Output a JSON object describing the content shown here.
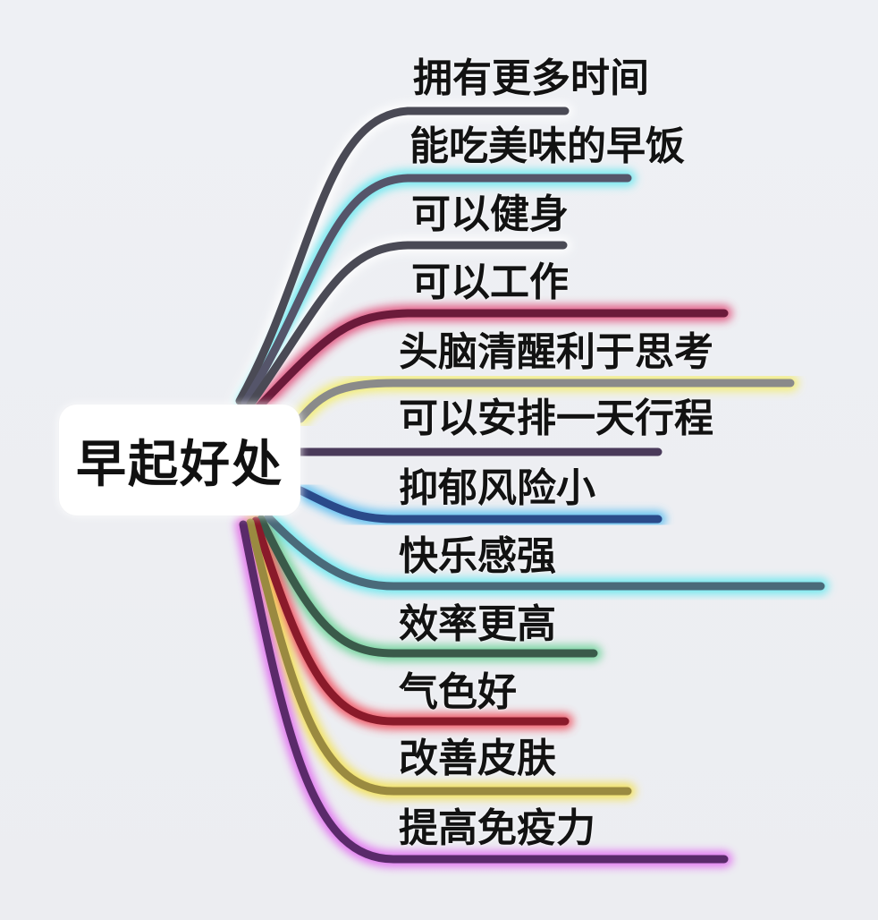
{
  "root": {
    "label": "早起好处"
  },
  "branches": [
    {
      "label": "拥有更多时间",
      "color": "#4a4a55",
      "glow": "#ffffff"
    },
    {
      "label": "能吃美味的早饭",
      "color": "#55556a",
      "glow": "#5ce8f0"
    },
    {
      "label": "可以健身",
      "color": "#4a4a55",
      "glow": "#ffffff"
    },
    {
      "label": "可以工作",
      "color": "#6b1a3a",
      "glow": "#e04070"
    },
    {
      "label": "头脑清醒利于思考",
      "color": "#8a8a8a",
      "glow": "#f5ee60"
    },
    {
      "label": "可以安排一天行程",
      "color": "#4a3a5a",
      "glow": "#e070e0"
    },
    {
      "label": "抑郁风险小",
      "color": "#2a4a8a",
      "glow": "#4ab8f0"
    },
    {
      "label": "快乐感强",
      "color": "#4a6a7a",
      "glow": "#5ce8f0"
    },
    {
      "label": "效率更高",
      "color": "#3a5a4a",
      "glow": "#60d090"
    },
    {
      "label": "气色好",
      "color": "#8a1a2a",
      "glow": "#f04050"
    },
    {
      "label": "改善皮肤",
      "color": "#9a8a40",
      "glow": "#f5e040"
    },
    {
      "label": "提高免疫力",
      "color": "#5a2a6a",
      "glow": "#e060f0"
    }
  ]
}
